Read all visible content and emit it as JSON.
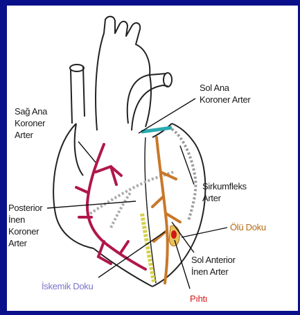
{
  "labels": {
    "sag_ana": [
      "Sağ Ana",
      "Koroner",
      "Arter"
    ],
    "posterior": [
      "Posterior",
      "İnen",
      "Koroner",
      "Arter"
    ],
    "iskemik": "İskemik Doku",
    "sol_ana": [
      "Sol Ana",
      "Koroner Arter"
    ],
    "sirkumfleks": [
      "Sirkumfleks",
      "Arter"
    ],
    "olu_doku": "Ölü Doku",
    "sol_anterior": [
      "Sol Anterior",
      "İnen Arter"
    ],
    "pihti": "Pıhtı"
  },
  "colors": {
    "background": "#0a0f8a",
    "right_coronary": "#b0174a",
    "left_anterior": "#c8782a",
    "ischemic": "#d6cf4a",
    "left_main": "#2aaab0",
    "dead_tissue_label": "#b46a14",
    "ischemic_label": "#7a72c8",
    "clot_label": "#d01818"
  }
}
